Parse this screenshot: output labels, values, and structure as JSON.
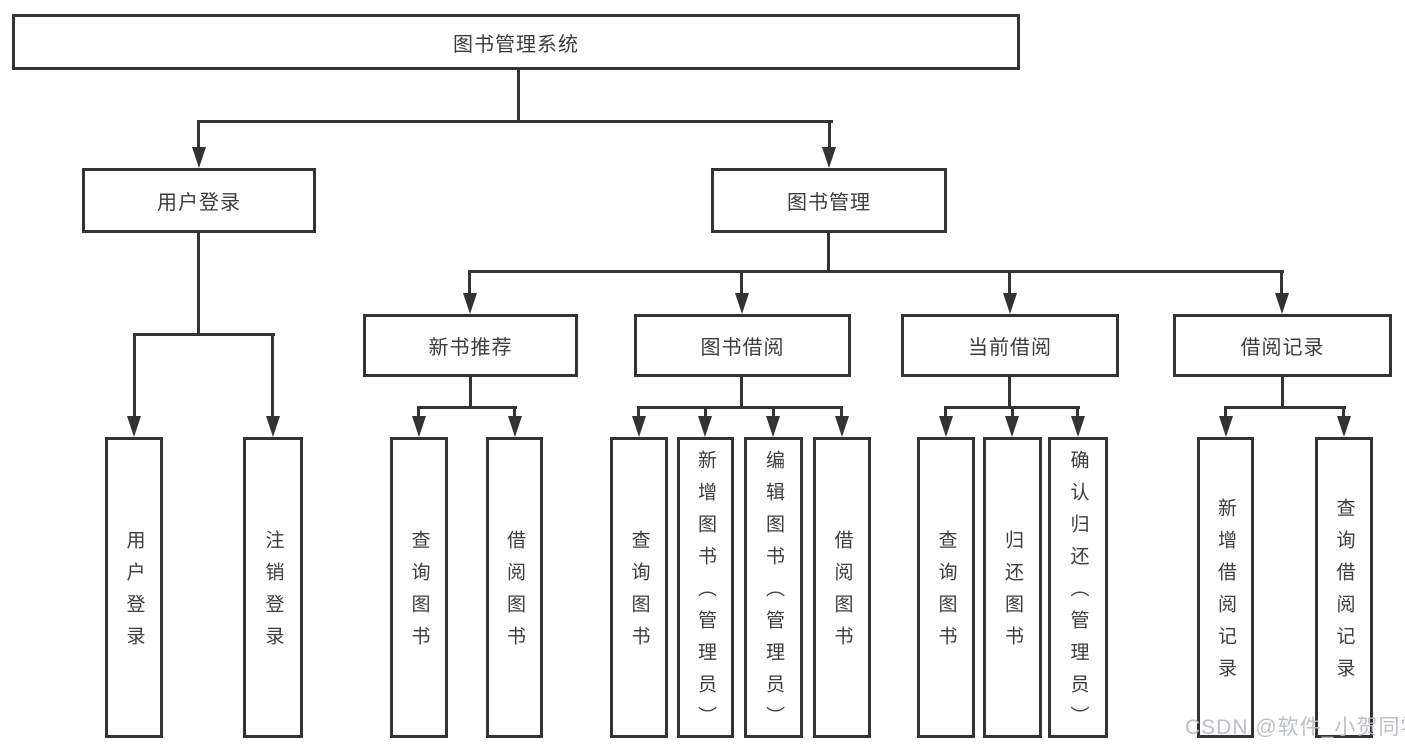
{
  "diagram": {
    "root": {
      "label": "图书管理系统"
    },
    "level2": [
      {
        "label": "用户登录",
        "children": [
          {
            "label": "用户登录"
          },
          {
            "label": "注销登录"
          }
        ]
      },
      {
        "label": "图书管理",
        "children": [
          {
            "label": "新书推荐",
            "children": [
              {
                "label": "查询图书"
              },
              {
                "label": "借阅图书"
              }
            ]
          },
          {
            "label": "图书借阅",
            "children": [
              {
                "label": "查询图书"
              },
              {
                "label": "新增图书（管理员）"
              },
              {
                "label": "编辑图书（管理员）"
              },
              {
                "label": "借阅图书"
              }
            ]
          },
          {
            "label": "当前借阅",
            "children": [
              {
                "label": "查询图书"
              },
              {
                "label": "归还图书"
              },
              {
                "label": "确认归还（管理员）"
              }
            ]
          },
          {
            "label": "借阅记录",
            "children": [
              {
                "label": "新增借阅记录"
              },
              {
                "label": "查询借阅记录"
              }
            ]
          }
        ]
      }
    ]
  },
  "watermark": {
    "text": "CSDN @软件_小贺同学"
  },
  "colors": {
    "line": "#333333",
    "text": "#3C3C3C",
    "background": "#FFFFFF",
    "watermark": "#B8BCC1"
  }
}
